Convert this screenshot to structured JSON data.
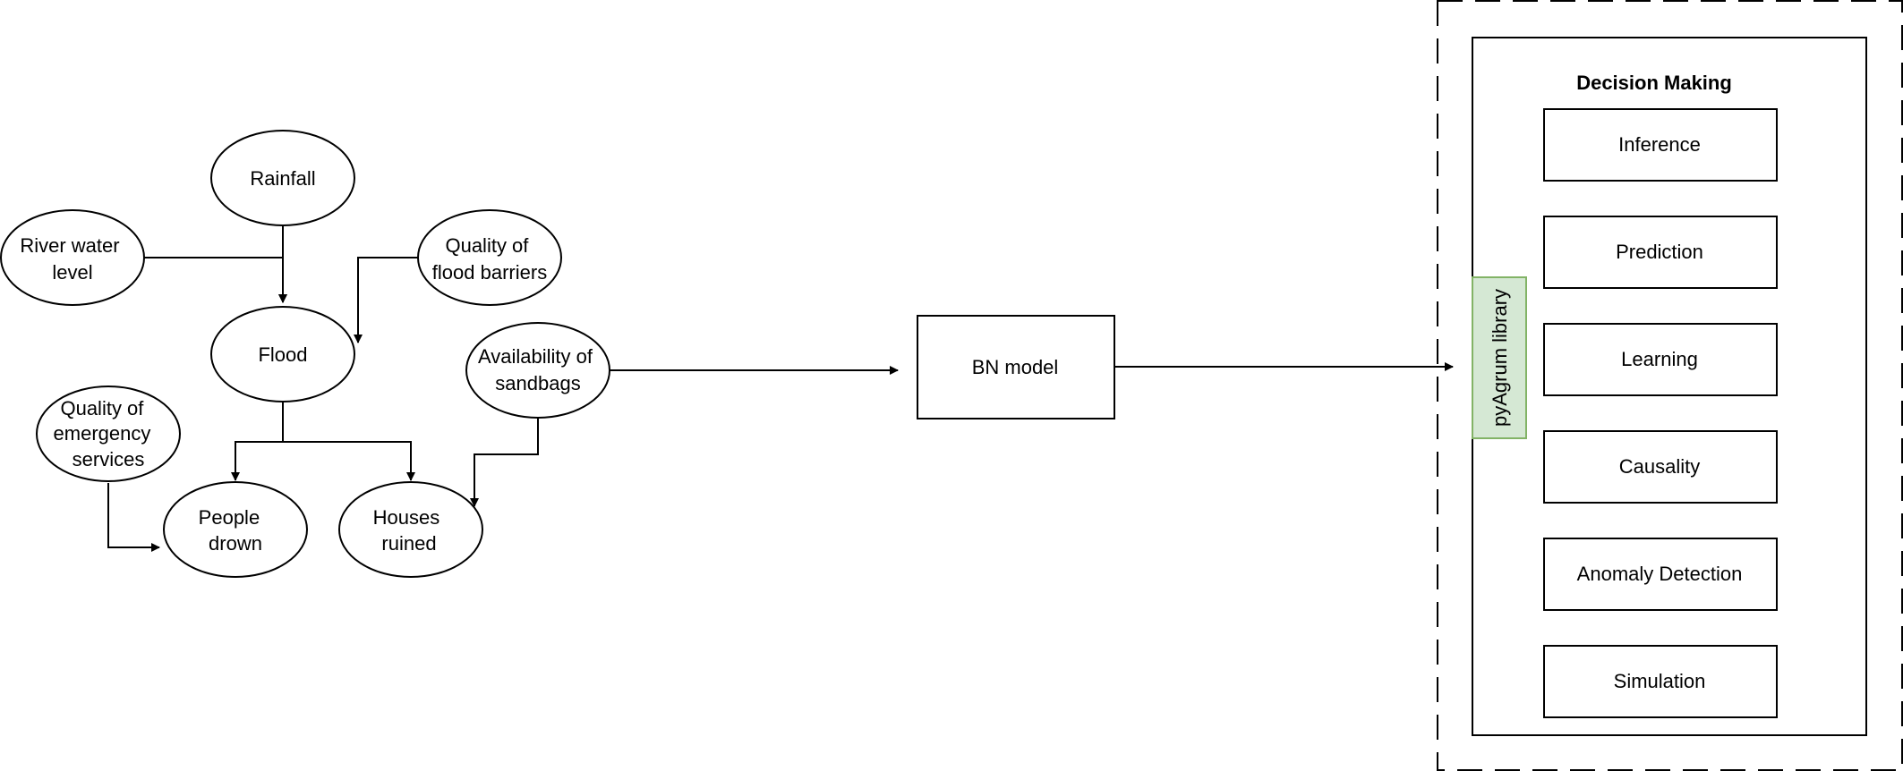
{
  "diagram": {
    "nodes": {
      "rainfall": {
        "lines": [
          "Rainfall"
        ]
      },
      "river_water_level": {
        "lines": [
          "River water",
          "level"
        ]
      },
      "quality_flood_barriers": {
        "lines": [
          "Quality of",
          "flood barriers"
        ]
      },
      "flood": {
        "lines": [
          "Flood"
        ]
      },
      "availability_sandbags": {
        "lines": [
          "Availability of",
          "sandbags"
        ]
      },
      "quality_emergency_services": {
        "lines": [
          "Quality of",
          "emergency",
          "services"
        ]
      },
      "people_drown": {
        "lines": [
          "People",
          "drown"
        ]
      },
      "houses_ruined": {
        "lines": [
          "Houses",
          "ruined"
        ]
      }
    },
    "bn_model": {
      "label": "BN model"
    },
    "library": {
      "label": "pyAgrum library",
      "fill": "#d5e8d4",
      "stroke": "#82b366"
    },
    "decision_making": {
      "title": "Decision Making",
      "items": [
        {
          "label": "Inference"
        },
        {
          "label": "Prediction"
        },
        {
          "label": "Learning"
        },
        {
          "label": "Causality"
        },
        {
          "label": "Anomaly Detection"
        },
        {
          "label": "Simulation"
        }
      ]
    }
  }
}
